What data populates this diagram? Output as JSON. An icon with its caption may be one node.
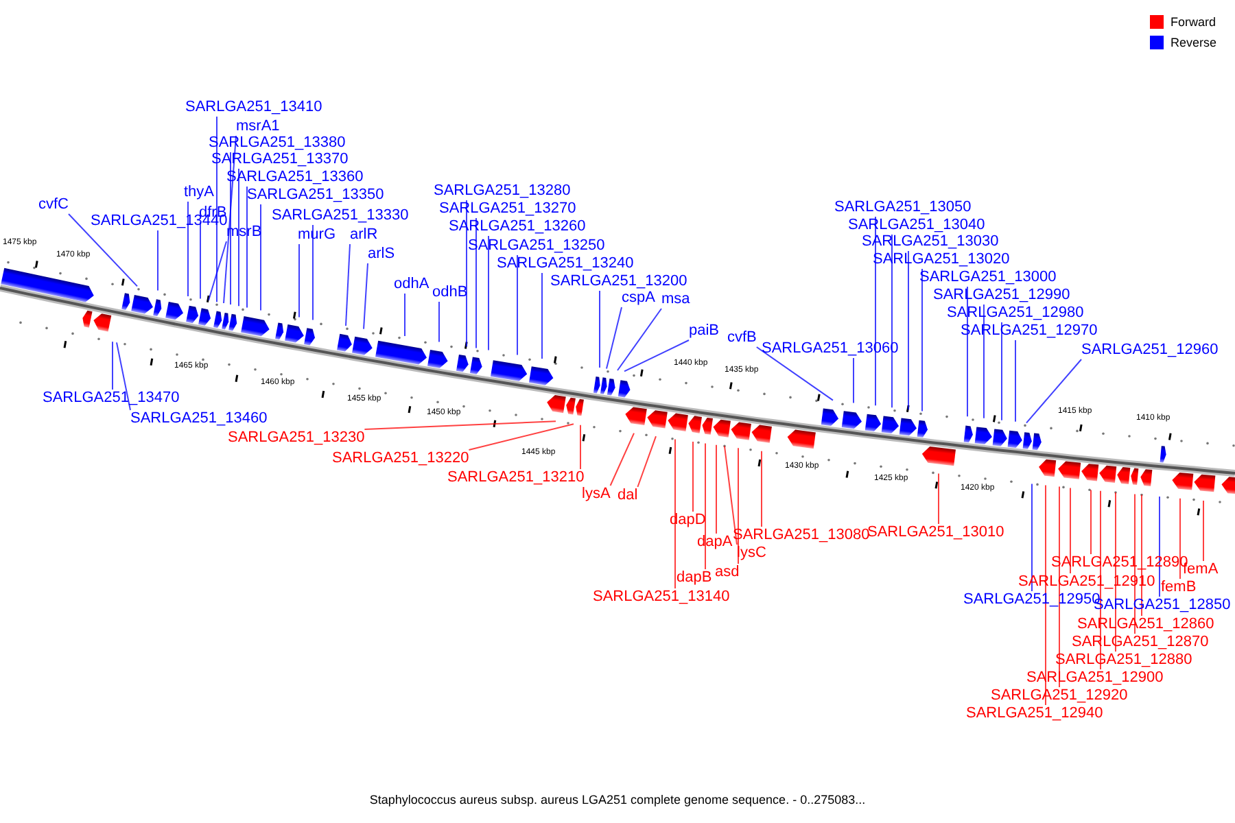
{
  "diagram": {
    "caption": "Staphylococcus aureus subsp. aureus LGA251 complete genome sequence. - 0..275083...",
    "nodes": [
      {
        "text": [
          "cvfC"
        ]
      },
      {
        "text": [
          "SARLGA251_13440"
        ]
      },
      {
        "text": [
          "SARLGA251_13410"
        ]
      },
      {
        "text": [
          "msrA1"
        ]
      },
      {
        "text": [
          "SARLGA251_13380"
        ]
      },
      {
        "text": [
          "SARLGA251_13370"
        ]
      },
      {
        "text": [
          "SARLGA251_13360"
        ]
      },
      {
        "text": [
          "thyA"
        ]
      },
      {
        "text": [
          "SARLGA251_13350"
        ]
      },
      {
        "text": [
          "dfrB"
        ]
      },
      {
        "text": [
          "SARLGA251_13330"
        ]
      },
      {
        "text": [
          "msrB"
        ]
      },
      {
        "text": [
          "murG"
        ]
      },
      {
        "text": [
          "arlR"
        ]
      },
      {
        "text": [
          "arlS"
        ]
      },
      {
        "text": [
          "odhA"
        ]
      },
      {
        "text": [
          "odhB"
        ]
      },
      {
        "text": [
          "SARLGA251_13280"
        ]
      },
      {
        "text": [
          "SARLGA251_13270"
        ]
      },
      {
        "text": [
          "SARLGA251_13260"
        ]
      },
      {
        "text": [
          "SARLGA251_13250"
        ]
      },
      {
        "text": [
          "SARLGA251_13240"
        ]
      },
      {
        "text": [
          "SARLGA251_13200"
        ]
      },
      {
        "text": [
          "cspA"
        ]
      },
      {
        "text": [
          "msa"
        ]
      },
      {
        "text": [
          "paiB"
        ]
      },
      {
        "text": [
          "cvfB"
        ]
      },
      {
        "text": [
          "SARLGA251_13060"
        ]
      },
      {
        "text": [
          "SARLGA251_13050"
        ]
      },
      {
        "text": [
          "SARLGA251_13040"
        ]
      },
      {
        "text": [
          "SARLGA251_13030"
        ]
      },
      {
        "text": [
          "SARLGA251_13020"
        ]
      },
      {
        "text": [
          "SARLGA251_13000"
        ]
      },
      {
        "text": [
          "SARLGA251_12990"
        ]
      },
      {
        "text": [
          "SARLGA251_12980"
        ]
      },
      {
        "text": [
          "SARLGA251_12970"
        ]
      },
      {
        "text": [
          "SARLGA251_12960"
        ]
      },
      {
        "text": [
          "SARLGA251_13470"
        ]
      },
      {
        "text": [
          "SARLGA251_13460"
        ]
      },
      {
        "text": [
          "SARLGA251_13230"
        ]
      },
      {
        "text": [
          "SARLGA251_13220"
        ]
      },
      {
        "text": [
          "SARLGA251_13210"
        ]
      },
      {
        "text": [
          "lysA"
        ]
      },
      {
        "text": [
          "dal"
        ]
      },
      {
        "text": [
          "dapD"
        ]
      },
      {
        "text": [
          "dapA"
        ]
      },
      {
        "text": [
          "lysC"
        ]
      },
      {
        "text": [
          "asd"
        ]
      },
      {
        "text": [
          "SARLGA251_13080"
        ]
      },
      {
        "text": [
          "dapB"
        ]
      },
      {
        "text": [
          "SARLGA251_13140"
        ]
      },
      {
        "text": [
          "SARLGA251_13010"
        ]
      },
      {
        "text": [
          "SARLGA251_12890"
        ]
      },
      {
        "text": [
          "femA"
        ]
      },
      {
        "text": [
          "SARLGA251_12910"
        ]
      },
      {
        "text": [
          "femB"
        ]
      },
      {
        "text": [
          "SARLGA251_12950"
        ]
      },
      {
        "text": [
          "SARLGA251_12850"
        ]
      },
      {
        "text": [
          "SARLGA251_12860"
        ]
      },
      {
        "text": [
          "SARLGA251_12870"
        ]
      },
      {
        "text": [
          "SARLGA251_12880"
        ]
      },
      {
        "text": [
          "SARLGA251_12900"
        ]
      },
      {
        "text": [
          "SARLGA251_12920"
        ]
      },
      {
        "text": [
          "SARLGA251_12940"
        ]
      }
    ],
    "edges": [
      {
        "from": 0,
        "to": null,
        "arrow": "none"
      },
      {
        "from": 1,
        "to": null,
        "arrow": "none"
      },
      {
        "from": 2,
        "to": null,
        "arrow": "none"
      },
      {
        "from": 3,
        "to": null,
        "arrow": "none"
      },
      {
        "from": 4,
        "to": null,
        "arrow": "none"
      },
      {
        "from": 5,
        "to": null,
        "arrow": "none"
      },
      {
        "from": 6,
        "to": null,
        "arrow": "none"
      },
      {
        "from": 7,
        "to": null,
        "arrow": "none"
      },
      {
        "from": 8,
        "to": null,
        "arrow": "none"
      },
      {
        "from": 9,
        "to": null,
        "arrow": "none"
      },
      {
        "from": 10,
        "to": null,
        "arrow": "none"
      },
      {
        "from": 11,
        "to": null,
        "arrow": "none"
      },
      {
        "from": 12,
        "to": null,
        "arrow": "none"
      },
      {
        "from": 13,
        "to": null,
        "arrow": "none"
      },
      {
        "from": 14,
        "to": null,
        "arrow": "none"
      },
      {
        "from": 15,
        "to": null,
        "arrow": "none"
      },
      {
        "from": 16,
        "to": null,
        "arrow": "none"
      },
      {
        "from": 17,
        "to": null,
        "arrow": "none"
      },
      {
        "from": 18,
        "to": null,
        "arrow": "none"
      },
      {
        "from": 19,
        "to": null,
        "arrow": "none"
      },
      {
        "from": 20,
        "to": null,
        "arrow": "none"
      },
      {
        "from": 21,
        "to": null,
        "arrow": "none"
      },
      {
        "from": 22,
        "to": null,
        "arrow": "none"
      },
      {
        "from": 23,
        "to": null,
        "arrow": "none"
      },
      {
        "from": 24,
        "to": null,
        "arrow": "none"
      },
      {
        "from": 25,
        "to": null,
        "arrow": "none"
      },
      {
        "from": 26,
        "to": null,
        "arrow": "none"
      },
      {
        "from": 27,
        "to": null,
        "arrow": "none"
      },
      {
        "from": 28,
        "to": null,
        "arrow": "none"
      },
      {
        "from": 29,
        "to": null,
        "arrow": "none"
      },
      {
        "from": 30,
        "to": null,
        "arrow": "none"
      },
      {
        "from": 31,
        "to": null,
        "arrow": "none"
      },
      {
        "from": 32,
        "to": null,
        "arrow": "none"
      },
      {
        "from": 33,
        "to": null,
        "arrow": "none"
      },
      {
        "from": 34,
        "to": null,
        "arrow": "none"
      },
      {
        "from": 35,
        "to": null,
        "arrow": "none"
      },
      {
        "from": 36,
        "to": null,
        "arrow": "none"
      },
      {
        "from": 37,
        "to": null,
        "arrow": "none"
      },
      {
        "from": 38,
        "to": null,
        "arrow": "none"
      },
      {
        "from": 39,
        "to": null,
        "arrow": "none",
        "color": "#ff0000"
      },
      {
        "from": 40,
        "to": null,
        "arrow": "none",
        "color": "#ff0000"
      },
      {
        "from": 41,
        "to": null,
        "arrow": "none",
        "color": "#ff0000"
      },
      {
        "from": 42,
        "to": null,
        "arrow": "none",
        "color": "#ff0000"
      },
      {
        "from": 43,
        "to": null,
        "arrow": "none",
        "color": "#ff0000"
      },
      {
        "from": 44,
        "to": null,
        "arrow": "none",
        "color": "#ff0000"
      },
      {
        "from": 45,
        "to": null,
        "arrow": "none",
        "color": "#ff0000"
      },
      {
        "from": 46,
        "to": null,
        "arrow": "none",
        "color": "#ff0000"
      },
      {
        "from": 47,
        "to": null,
        "arrow": "none",
        "color": "#ff0000"
      },
      {
        "from": 48,
        "to": null,
        "arrow": "none",
        "color": "#ff0000"
      },
      {
        "from": 49,
        "to": null,
        "arrow": "none",
        "color": "#ff0000"
      },
      {
        "from": 50,
        "to": null,
        "arrow": "none",
        "color": "#ff0000"
      },
      {
        "from": 51,
        "to": null,
        "arrow": "none",
        "color": "#ff0000"
      },
      {
        "from": 52,
        "to": null,
        "arrow": "none",
        "color": "#ff0000"
      },
      {
        "from": 53,
        "to": null,
        "arrow": "none",
        "color": "#ff0000"
      },
      {
        "from": 54,
        "to": null,
        "arrow": "none",
        "color": "#ff0000"
      },
      {
        "from": 55,
        "to": null,
        "arrow": "none",
        "color": "#ff0000"
      },
      {
        "from": 56,
        "to": null,
        "arrow": "none"
      },
      {
        "from": 57,
        "to": null,
        "arrow": "none"
      },
      {
        "from": 58,
        "to": null,
        "arrow": "none",
        "color": "#ff0000"
      },
      {
        "from": 59,
        "to": null,
        "arrow": "none",
        "color": "#ff0000"
      },
      {
        "from": 60,
        "to": null,
        "arrow": "none",
        "color": "#ff0000"
      },
      {
        "from": 61,
        "to": null,
        "arrow": "none",
        "color": "#ff0000"
      },
      {
        "from": 62,
        "to": null,
        "arrow": "none",
        "color": "#ff0000"
      },
      {
        "from": 63,
        "to": null,
        "arrow": "none",
        "color": "#ff0000"
      }
    ],
    "labels": [
      "1475 kbp",
      "1470 kbp",
      "1465 kbp",
      "1460 kbp",
      "1455 kbp",
      "1450 kbp",
      "1445 kbp",
      "1440 kbp",
      "1435 kbp",
      "1430 kbp",
      "1425 kbp",
      "1420 kbp",
      "1415 kbp",
      "1410 kbp"
    ],
    "legend": [
      {
        "text": "Forward",
        "color": "#ff0000"
      },
      {
        "text": "Reverse",
        "color": "#0000ff"
      }
    ]
  }
}
